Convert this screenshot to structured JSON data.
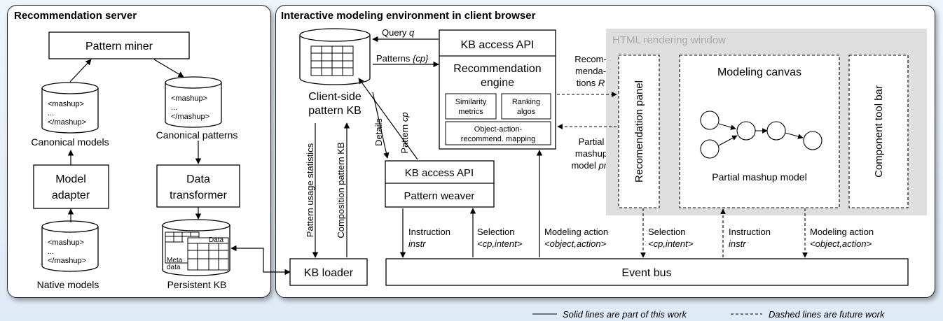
{
  "server": {
    "title": "Recommendation server",
    "pattern_miner": "Pattern miner",
    "db_mashup_open": "<mashup>",
    "db_ellipsis": "...",
    "db_mashup_close": "</mashup>",
    "canonical_models": "Canonical models",
    "canonical_patterns": "Canonical patterns",
    "model_adapter": [
      "Model",
      "adapter"
    ],
    "data_transformer": [
      "Data",
      "transformer"
    ],
    "native_models": "Native models",
    "persistent_kb": "Persistent KB",
    "kb_data": "Data",
    "kb_meta": [
      "Meta",
      "data"
    ]
  },
  "client": {
    "title": "Interactive modeling environment in client browser",
    "client_kb": [
      "Client-side",
      "pattern KB"
    ],
    "query": "Query",
    "query_var": "q",
    "patterns": "Patterns",
    "patterns_var": "{cp}",
    "kb_api_top": "KB access API",
    "rec_engine": [
      "Recommendation",
      "engine"
    ],
    "similarity": [
      "Similarity",
      "metrics"
    ],
    "ranking": [
      "Ranking",
      "algos"
    ],
    "mapping": [
      "Object-action-",
      "recommend. mapping"
    ],
    "recommendations": [
      "Recom-",
      "menda-",
      "tions"
    ],
    "recommendations_var": "R",
    "partial": [
      "Partial",
      "mashup",
      "model"
    ],
    "partial_var": "pm",
    "details": "Details",
    "pattern_cp": "Pattern",
    "pattern_cp_var": "cp",
    "usage_stats": "Pattern usage statistics",
    "composition_kb": "Composition pattern KB",
    "kb_api_weaver": "KB access API",
    "pattern_weaver": "Pattern weaver",
    "kb_loader": "KB loader",
    "event_bus": "Event bus",
    "instruction": "Instruction",
    "instr": "instr",
    "selection": "Selection",
    "cp_intent": "<cp,intent>",
    "modeling_action": "Modeling action",
    "object_action": "<object,action>"
  },
  "html_window": {
    "title": "HTML rendering window",
    "rec_panel": "Recomendation panel",
    "canvas": "Modeling canvas",
    "partial_model": "Partial mashup model",
    "tool_bar": "Component tool bar"
  },
  "legend": {
    "solid": "Solid lines are part of this work",
    "dashed": "Dashed lines are future work"
  },
  "colors": {
    "panel_border": "#222222",
    "window_gray": "#dedede",
    "window_title": "#a8a8a8",
    "background": "#e5eef9"
  }
}
